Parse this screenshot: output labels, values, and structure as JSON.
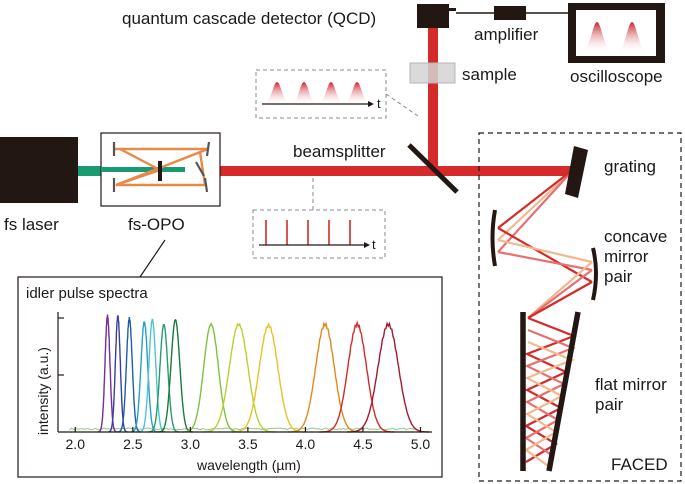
{
  "labels": {
    "qcd": "quantum cascade detector (QCD)",
    "amplifier": "amplifier",
    "oscilloscope": "oscilloscope",
    "sample": "sample",
    "beamsplitter": "beamsplitter",
    "fs_laser": "fs laser",
    "fs_opo": "fs-OPO",
    "grating": "grating",
    "concave_mirror_pair": [
      "concave",
      "mirror",
      "pair"
    ],
    "flat_mirror_pair": [
      "flat mirror",
      "pair"
    ],
    "faced": "FACED",
    "time_axis_top": "t",
    "time_axis_mid": "t"
  },
  "colors": {
    "beam": "#d42a2a",
    "pump": "#1a9a73",
    "cavity": "#e8894a",
    "device": "#231714",
    "scope_pulse": "#e2553a"
  },
  "icons": [
    "laser-box-icon",
    "opo-cavity-icon",
    "detector-icon",
    "amplifier-icon",
    "oscilloscope-icon",
    "beamsplitter-icon",
    "grating-icon",
    "mirror-icon",
    "pulse-train-icon"
  ],
  "chart_data": {
    "type": "line",
    "title": "idler pulse spectra",
    "xlabel": "wavelength (µm)",
    "ylabel": "intensity (a.u.)",
    "xlim": [
      1.85,
      5.1
    ],
    "ylim": [
      0,
      1.05
    ],
    "x_ticks": [
      "2.0",
      "2.5",
      "3.0",
      "3.5",
      "4.0",
      "4.5",
      "5.0"
    ],
    "grid": false,
    "series": [
      {
        "peak_um": 2.28,
        "fwhm_um": 0.05,
        "color": "#7b2b9a",
        "amplitude": 1.0
      },
      {
        "peak_um": 2.37,
        "fwhm_um": 0.05,
        "color": "#3a3f9e",
        "amplitude": 1.0
      },
      {
        "peak_um": 2.47,
        "fwhm_um": 0.06,
        "color": "#1f5cad",
        "amplitude": 0.98
      },
      {
        "peak_um": 2.6,
        "fwhm_um": 0.07,
        "color": "#2a9ec6",
        "amplitude": 0.95
      },
      {
        "peak_um": 2.67,
        "fwhm_um": 0.07,
        "color": "#4dc5cf",
        "amplitude": 0.97
      },
      {
        "peak_um": 2.77,
        "fwhm_um": 0.08,
        "color": "#2a9a6a",
        "amplitude": 0.93
      },
      {
        "peak_um": 2.87,
        "fwhm_um": 0.09,
        "color": "#1a7a3a",
        "amplitude": 0.97
      },
      {
        "peak_um": 3.18,
        "fwhm_um": 0.15,
        "color": "#7cc242",
        "amplitude": 0.93
      },
      {
        "peak_um": 3.42,
        "fwhm_um": 0.19,
        "color": "#b5d233",
        "amplitude": 0.93
      },
      {
        "peak_um": 3.68,
        "fwhm_um": 0.19,
        "color": "#e8c12a",
        "amplitude": 0.92
      },
      {
        "peak_um": 4.17,
        "fwhm_um": 0.19,
        "color": "#e08a1a",
        "amplitude": 0.93
      },
      {
        "peak_um": 4.45,
        "fwhm_um": 0.19,
        "color": "#d42a2a",
        "amplitude": 0.93
      },
      {
        "peak_um": 4.72,
        "fwhm_um": 0.21,
        "color": "#a11a2e",
        "amplitude": 0.93
      }
    ]
  }
}
